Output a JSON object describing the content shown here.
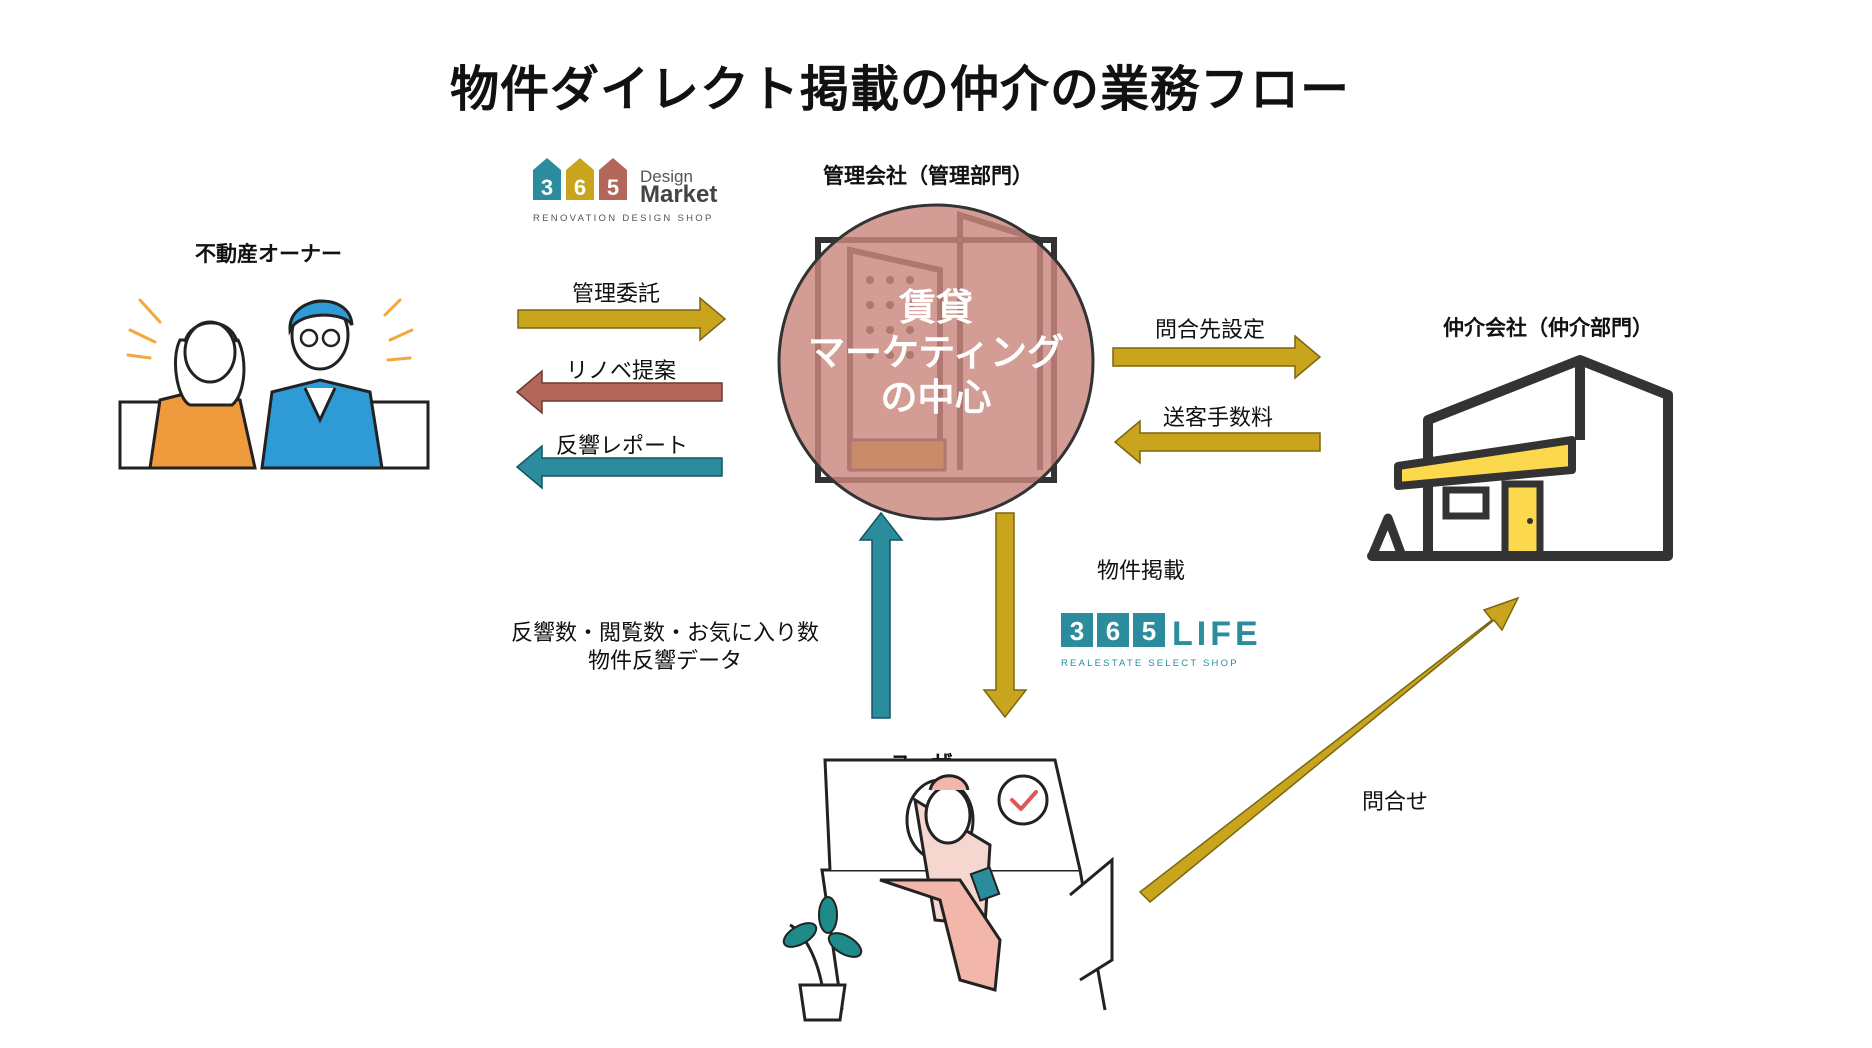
{
  "title": "物件ダイレクト掲載の仲介の業務フロー",
  "colors": {
    "gold": "#c8a51c",
    "rust": "#b3665a",
    "teal": "#2a8c9c",
    "circle_fill": "#c9867c",
    "yellow": "#fcd84d",
    "dark": "#333333"
  },
  "nodes": {
    "owner": "不動産オーナー",
    "management": "管理会社（管理部門）",
    "broker": "仲介会社（仲介部門）",
    "user": "ユーザー"
  },
  "center_circle": {
    "line1": "賃貸",
    "line2": "マーケティング",
    "line3": "の中心"
  },
  "arrows": {
    "kanri_itaku": "管理委託",
    "renovation": "リノベ提案",
    "feedback_report": "反響レポート",
    "inquiry_setting": "問合先設定",
    "referral_fee": "送客手数料",
    "listing": "物件掲載",
    "data_line1": "反響数・閲覧数・お気に入り数",
    "data_line2": "物件反響データ",
    "inquiry": "問合せ"
  },
  "logos": {
    "design_market": {
      "digits": [
        "3",
        "6",
        "5"
      ],
      "word1": "Design",
      "word2": "Market",
      "tagline": "RENOVATION DESIGN SHOP"
    },
    "life": {
      "digits": [
        "3",
        "6",
        "5"
      ],
      "word": "LIFE",
      "tagline": "REALESTATE SELECT SHOP"
    }
  }
}
